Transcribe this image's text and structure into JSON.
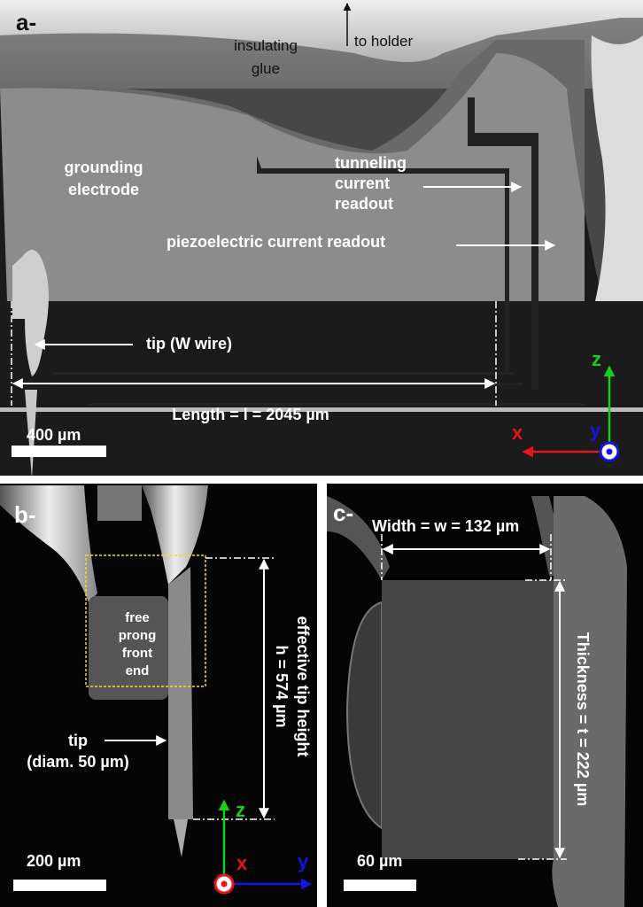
{
  "panels": {
    "a": {
      "label": "a-",
      "annotations": {
        "insulating_glue": [
          "insulating",
          "glue"
        ],
        "to_holder": "to holder",
        "grounding_electrode": [
          "grounding",
          "electrode"
        ],
        "tunneling_current_readout": [
          "tunneling",
          "current",
          "readout"
        ],
        "piezoelectric_current_readout": "piezoelectric current readout",
        "tip": "tip (W wire)",
        "length": "Length = l = 2045 µm"
      },
      "scale_bar": "400 µm",
      "axes": {
        "x": "x",
        "y": "y",
        "z": "z"
      }
    },
    "b": {
      "label": "b-",
      "annotations": {
        "free_prong": [
          "free",
          "prong",
          "front",
          "end"
        ],
        "tip": [
          "tip",
          "(diam. 50 µm)"
        ],
        "effective_tip_height": "effective tip height",
        "h_value": "h =  574 µm"
      },
      "scale_bar": "200 µm",
      "axes": {
        "x": "x",
        "y": "y",
        "z": "z"
      }
    },
    "c": {
      "label": "c-",
      "annotations": {
        "width": "Width = w =  132 µm",
        "thickness": "Thickness = t = 222 µm"
      },
      "scale_bar": "60 µm"
    }
  },
  "colors": {
    "x_axis": "#e8141c",
    "y_axis": "#1414e0",
    "z_axis": "#18d018",
    "highlight_box": "#f0e020"
  }
}
